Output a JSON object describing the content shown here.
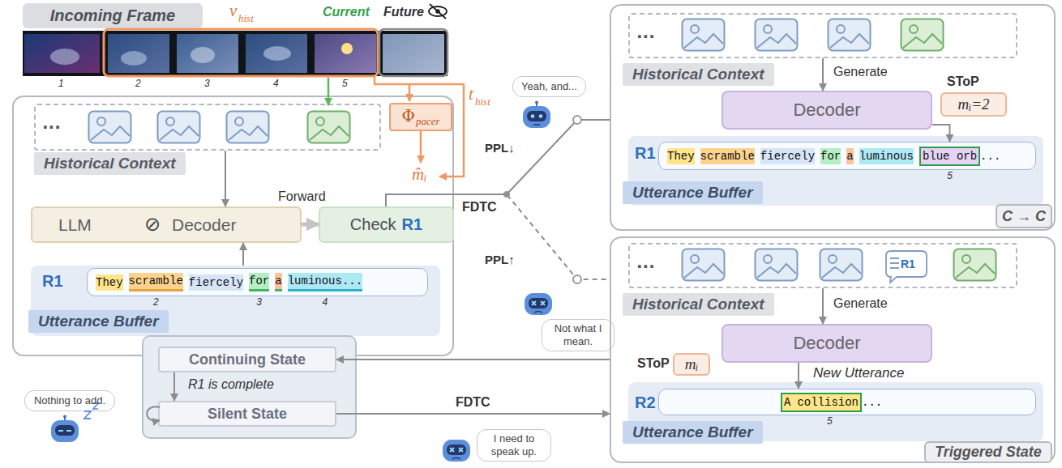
{
  "diagram": {
    "nodes": [
      {
        "text": [
          "Incoming Frame"
        ]
      },
      {
        "text": []
      },
      {
        "text": [
          "...",
          "Historical Context"
        ],
        "in": 1
      },
      {
        "text": [
          "Φ",
          "pacer"
        ],
        "in": 1
      },
      {
        "text": [
          "LLM",
          "⊘",
          "Decoder"
        ],
        "in": 1
      },
      {
        "text": [
          "Check",
          "R1"
        ],
        "in": 1
      },
      {
        "text": [
          "R1",
          "Utterance Buffer"
        ],
        "in": 1
      },
      {
        "text": [
          "They",
          "scramble",
          "fiercely",
          "for",
          "a",
          "luminous..."
        ],
        "in": 6
      },
      {
        "text": []
      },
      {
        "text": [
          "Continuing State"
        ],
        "in": 8
      },
      {
        "text": [
          "Silent State"
        ],
        "in": 8
      },
      {
        "text": [
          "Nothing to add."
        ]
      },
      {
        "text": [
          "Yeah, and..."
        ]
      },
      {
        "text": [
          "Not what I mean."
        ]
      },
      {
        "text": [
          "I need to speak up."
        ]
      },
      {
        "text": []
      },
      {
        "text": [
          "...",
          "Historical Context"
        ],
        "in": 15
      },
      {
        "text": [
          "Decoder"
        ],
        "in": 15
      },
      {
        "text": [
          "SToP",
          "mᵢ=2"
        ],
        "in": 15
      },
      {
        "text": [
          "R1",
          "Utterance Buffer"
        ],
        "in": 15
      },
      {
        "text": [
          "They",
          "scramble",
          "fiercely",
          "for",
          "a",
          "luminous",
          "blue orb",
          "..."
        ],
        "in": 19
      },
      {
        "text": [
          "C → C"
        ],
        "in": 15
      },
      {
        "text": []
      },
      {
        "text": [
          "...",
          "Historical Context"
        ],
        "in": 22
      },
      {
        "text": [
          "R1"
        ],
        "in": 23
      },
      {
        "text": [
          "Decoder"
        ],
        "in": 22
      },
      {
        "text": [
          "SToP",
          "mᵢ"
        ],
        "in": 22
      },
      {
        "text": [
          "R2",
          "New Utterance",
          "Utterance Buffer"
        ],
        "in": 22
      },
      {
        "text": [
          "A",
          "collision",
          "..."
        ],
        "in": 27
      },
      {
        "text": [
          "Triggered State"
        ],
        "in": 22
      }
    ],
    "edges": [
      {
        "from": 2,
        "to": 4,
        "arrow": "to"
      },
      {
        "from": 6,
        "to": 4,
        "arrow": "to"
      },
      {
        "from": 4,
        "to": 5,
        "arrow": "to",
        "label": "Forward"
      },
      {
        "from": 5,
        "to": 15,
        "arrow": "none",
        "label": "PPL↓"
      },
      {
        "from": 5,
        "to": 22,
        "arrow": "none",
        "label": "PPL↑"
      },
      {
        "from": 16,
        "to": 17,
        "arrow": "to",
        "label": "Generate"
      },
      {
        "from": 17,
        "to": 20,
        "arrow": "to"
      },
      {
        "from": 23,
        "to": 25,
        "arrow": "to",
        "label": "Generate"
      },
      {
        "from": 25,
        "to": 28,
        "arrow": "to"
      },
      {
        "from": 22,
        "to": 9,
        "arrow": "to"
      },
      {
        "from": 9,
        "to": 10,
        "arrow": "to",
        "label": "R1 is complete"
      },
      {
        "from": 10,
        "to": 22,
        "arrow": "to",
        "label": "FDTC"
      }
    ],
    "labels": [
      "v",
      "hist",
      "Current",
      "Future",
      "1",
      "2",
      "3",
      "4",
      "5",
      "t",
      "hist",
      "m̂ᵢ",
      "2",
      "3",
      "4",
      "FDTC",
      "5",
      "5"
    ]
  }
}
